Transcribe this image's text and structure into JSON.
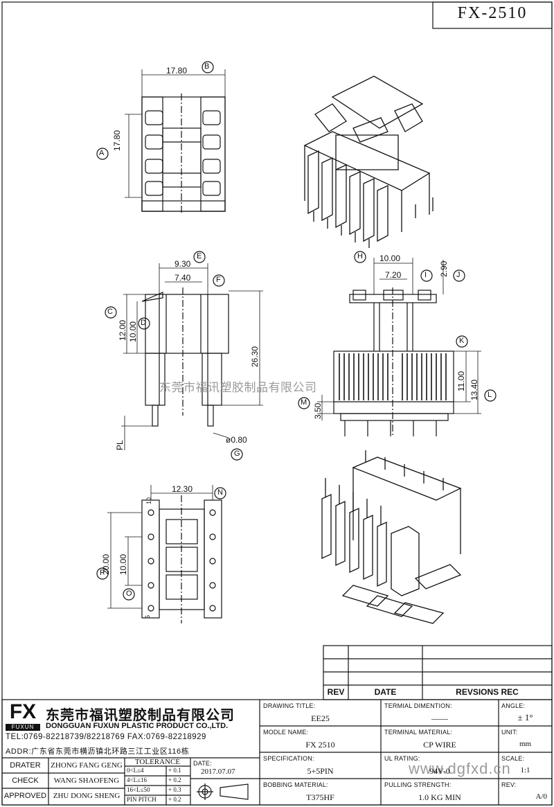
{
  "drawing_number": "FX-2510",
  "views": {
    "top": {
      "dims": [
        {
          "value": "17.80",
          "tag": "B"
        },
        {
          "value": "17.80",
          "tag": "A"
        }
      ]
    },
    "side": {
      "dims": [
        {
          "value": "9.30",
          "tag": "E"
        },
        {
          "value": "7.40",
          "tag": "F"
        },
        {
          "value": "12.00",
          "tag": "C"
        },
        {
          "value": "10.00",
          "tag": "D"
        },
        {
          "value": "26.30",
          "tag": ""
        },
        {
          "value": "ø0.80",
          "tag": "G"
        },
        {
          "value": "PL",
          "tag": ""
        }
      ]
    },
    "front": {
      "dims": [
        {
          "value": "10.00",
          "tag": "H"
        },
        {
          "value": "7.20",
          "tag": "I"
        },
        {
          "value": "2.90",
          "tag": "J"
        },
        {
          "value": "11.00",
          "tag": "K"
        },
        {
          "value": "13.40",
          "tag": "L"
        },
        {
          "value": "3.50",
          "tag": "M"
        }
      ]
    },
    "bottom": {
      "dims": [
        {
          "value": "12.30",
          "tag": "N"
        },
        {
          "value": "20.00",
          "tag": "P"
        },
        {
          "value": "10.00",
          "tag": "O"
        }
      ],
      "pin_numbers": [
        "10",
        "6"
      ]
    }
  },
  "revision_table": {
    "headers": [
      "REV",
      "DATE",
      "REVSIONS REC"
    ],
    "rows": [
      [
        "",
        "",
        ""
      ],
      [
        "",
        "",
        ""
      ],
      [
        "",
        "",
        ""
      ]
    ]
  },
  "company": {
    "logo": "FX",
    "logo_sub": "FUXUN",
    "name_cn": "东莞市福讯塑胶制品有限公司",
    "name_en": "DONGGUAN FUXUN PLASTIC PRODUCT CO.,LTD.",
    "tel_fax": "TEL:0769-82218739/82218769 FAX:0769-82218929",
    "address": "ADDR:广东省东莞市横沥镇北环路三江工业区116栋"
  },
  "signatures": [
    {
      "role": "DRATER",
      "name": "ZHONG FANG GENG"
    },
    {
      "role": "CHECK",
      "name": "WANG SHAOFENG"
    },
    {
      "role": "APPROVED",
      "name": "ZHU DONG SHENG"
    }
  ],
  "tolerance": {
    "title": "TOLERANCE",
    "rows": [
      {
        "range": "0<L≤4",
        "value": "+ 0.1"
      },
      {
        "range": "4<L≤16",
        "value": "+ 0.2"
      },
      {
        "range": "16<L≤50",
        "value": "+ 0.3"
      },
      {
        "range": "PIN PITCH",
        "value": "+ 0.2"
      }
    ]
  },
  "date": {
    "label": "DATE:",
    "value": "2017.07.07"
  },
  "fields": {
    "drawing_title": {
      "label": "DRAWING TITLE:",
      "value": "EE25"
    },
    "terminal_dimention": {
      "label": "TERMIAL DIMENTION:",
      "value": "——"
    },
    "angle": {
      "label": "ANGLE:",
      "value": "± 1°"
    },
    "modle_name": {
      "label": "MODLE NAME:",
      "value": "FX 2510"
    },
    "terminal_material": {
      "label": "TERMINAL MATERIAL:",
      "value": "CP WIRE"
    },
    "unit": {
      "label": "UNIT:",
      "value": "mm"
    },
    "specification": {
      "label": "SPECIFICATION:",
      "value": "5+5PIN"
    },
    "ul_rating": {
      "label": "UL RATING:",
      "value": "94V-0"
    },
    "scale": {
      "label": "SCALE:",
      "value": "1:1"
    },
    "bobbing_material": {
      "label": "BOBBING MATERIAL:",
      "value": "T375HF"
    },
    "pulling_strength": {
      "label": "PULLING STRENGTH:",
      "value": "1.0 KG MIN"
    },
    "rev": {
      "label": "REV:",
      "value": "A/0"
    }
  },
  "watermarks": {
    "center": "东莞市福讯塑胶制品有限公司",
    "url": "www.dgfxd.cn"
  }
}
